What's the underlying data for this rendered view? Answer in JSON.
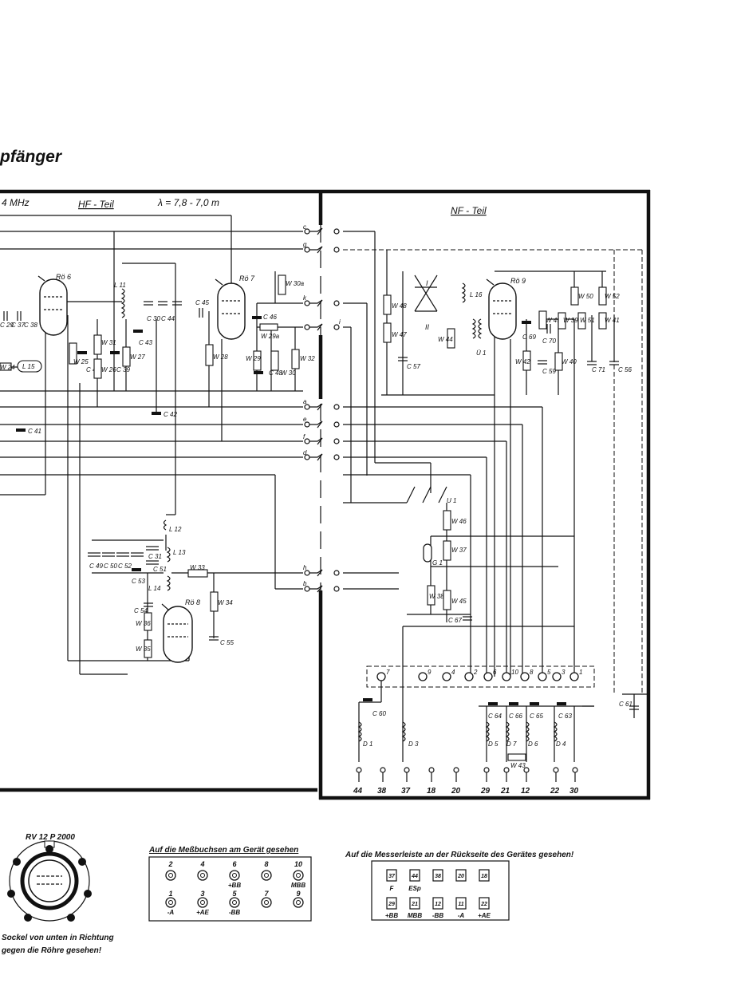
{
  "title": "pfänger",
  "sections": {
    "freq_fragment": "4  MHz",
    "hf_label": "HF - Teil",
    "wavelength": "λ = 7,8 - 7,0 m",
    "nf_label": "NF - Teil"
  },
  "tubes": [
    "Rö 6",
    "Rö 7",
    "Rö 8",
    "Rö 9"
  ],
  "coils": [
    "L 11",
    "L 12",
    "L 13",
    "L 14",
    "L 15",
    "L 16",
    "D 1",
    "D 3",
    "D 4",
    "D 5",
    "D 6",
    "D 7",
    "Ü 1"
  ],
  "capacitors": [
    "C 29",
    "C 37",
    "C 38",
    "C 30",
    "C 44",
    "C 46",
    "C 43",
    "C 40",
    "C 39",
    "C 42",
    "C 41",
    "C 45",
    "C 48",
    "C 57",
    "C 69",
    "C 70",
    "C 59",
    "C 71",
    "C 56",
    "C 49",
    "C 50",
    "C 52",
    "C 31",
    "C 51",
    "C 53",
    "C 54",
    "C 55",
    "C 67",
    "C 60",
    "C 64",
    "C 66",
    "C 65",
    "C 63",
    "C 61"
  ],
  "resistors": [
    "W 25",
    "W 31",
    "W 26",
    "W 27",
    "W 28",
    "W 29",
    "W 29a",
    "W 30",
    "W 30a",
    "W 32",
    "W 24",
    "W 48",
    "W 47",
    "W 44",
    "W 42",
    "W 49",
    "W 39",
    "W 50",
    "W 51",
    "W 52",
    "W 41",
    "W 40",
    "W 46",
    "W 37",
    "W 38",
    "W 45",
    "W 33",
    "W 34",
    "W 36",
    "W 35",
    "W 43"
  ],
  "switch_labels": [
    "I",
    "II",
    "U 1",
    "G 1",
    "a",
    "b",
    "c",
    "d",
    "e",
    "f",
    "g",
    "h",
    "i",
    "k"
  ],
  "plug_numbers": [
    "44",
    "38",
    "37",
    "18",
    "20",
    "29",
    "21",
    "12",
    "22",
    "30"
  ],
  "strip_numbers": [
    "7",
    "9",
    "4",
    "2",
    "6",
    "10",
    "8",
    "5",
    "3",
    "1"
  ],
  "tube_base": {
    "type": "RV 12   P 2000",
    "caption_1": "Sockel von unten in Richtung",
    "caption_2": "gegen die Röhre gesehen!"
  },
  "measuring_jacks": {
    "caption": "Auf die Meßbuchsen am Gerät gesehen",
    "top_row": [
      {
        "num": "2",
        "label": ""
      },
      {
        "num": "4",
        "label": ""
      },
      {
        "num": "6",
        "label": "+BB"
      },
      {
        "num": "8",
        "label": ""
      },
      {
        "num": "10",
        "label": "MBB"
      }
    ],
    "bottom_row": [
      {
        "num": "1",
        "label": "-A"
      },
      {
        "num": "3",
        "label": "+AE"
      },
      {
        "num": "5",
        "label": "-BB"
      },
      {
        "num": "7",
        "label": ""
      },
      {
        "num": "9",
        "label": ""
      }
    ]
  },
  "knife_strip": {
    "caption": "Auf die Messerleiste an der Rückseite des Gerätes gesehen!",
    "top_row": [
      {
        "num": "37",
        "label": "F"
      },
      {
        "num": "44",
        "label": "ESp"
      },
      {
        "num": "38",
        "label": ""
      },
      {
        "num": "20",
        "label": ""
      },
      {
        "num": "18",
        "label": ""
      }
    ],
    "bottom_row": [
      {
        "num": "29",
        "label": "+BB"
      },
      {
        "num": "21",
        "label": "MBB"
      },
      {
        "num": "12",
        "label": "-BB"
      },
      {
        "num": "11",
        "label": "-A"
      },
      {
        "num": "22",
        "label": "+AE"
      }
    ]
  }
}
